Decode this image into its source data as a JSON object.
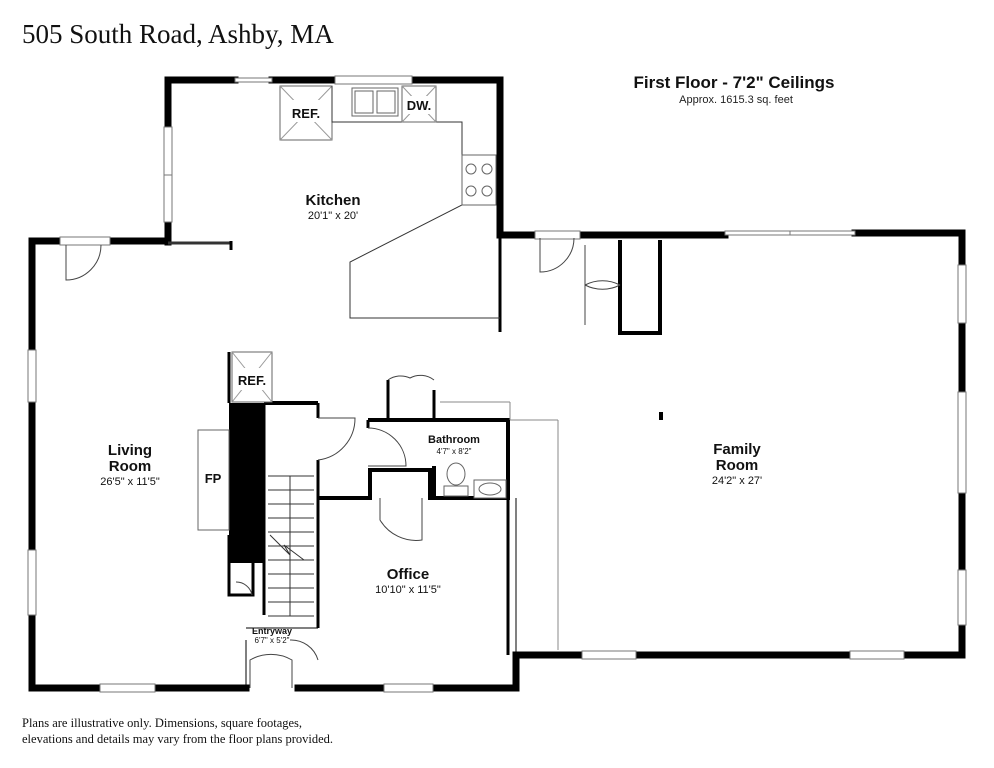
{
  "header": {
    "address": "505 South Road, Ashby, MA",
    "floor_title": "First Floor - 7'2\" Ceilings",
    "square_feet": "Approx. 1615.3 sq. feet"
  },
  "rooms": {
    "kitchen": {
      "name": "Kitchen",
      "dims": "20'1\" x 20'"
    },
    "living_room": {
      "name_line1": "Living",
      "name_line2": "Room",
      "dims": "26'5\" x 11'5\""
    },
    "family_room": {
      "name_line1": "Family",
      "name_line2": "Room",
      "dims": "24'2\" x 27'"
    },
    "bathroom": {
      "name": "Bathroom",
      "dims": "4'7\" x 8'2\""
    },
    "office": {
      "name": "Office",
      "dims": "10'10\" x 11'5\""
    },
    "entryway": {
      "name": "Entryway",
      "dims": "6'7\" x 5'2\""
    }
  },
  "appliances": {
    "kitchen_ref": "REF.",
    "dishwasher": "DW.",
    "living_ref": "REF.",
    "fireplace": "FP"
  },
  "disclaimer": {
    "line1": "Plans are illustrative only. Dimensions, square footages,",
    "line2": "elevations and details may vary from the floor plans provided."
  }
}
